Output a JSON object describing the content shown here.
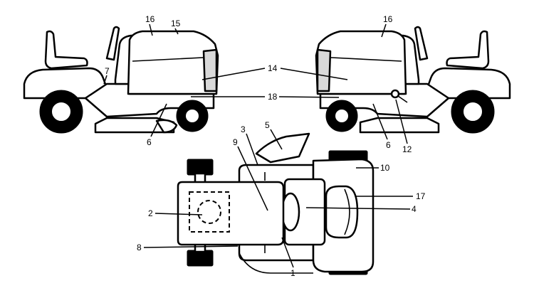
{
  "callouts": {
    "left_view": {
      "c16": "16",
      "c15": "15",
      "c7": "7",
      "c14": "14",
      "c18": "18",
      "c6": "6"
    },
    "right_view": {
      "c16": "16",
      "c6": "6",
      "c12": "12"
    },
    "top_view": {
      "c3": "3",
      "c5": "5",
      "c9": "9",
      "c10": "10",
      "c17": "17",
      "c4": "4",
      "c2": "2",
      "c8": "8",
      "c1": "1"
    }
  }
}
